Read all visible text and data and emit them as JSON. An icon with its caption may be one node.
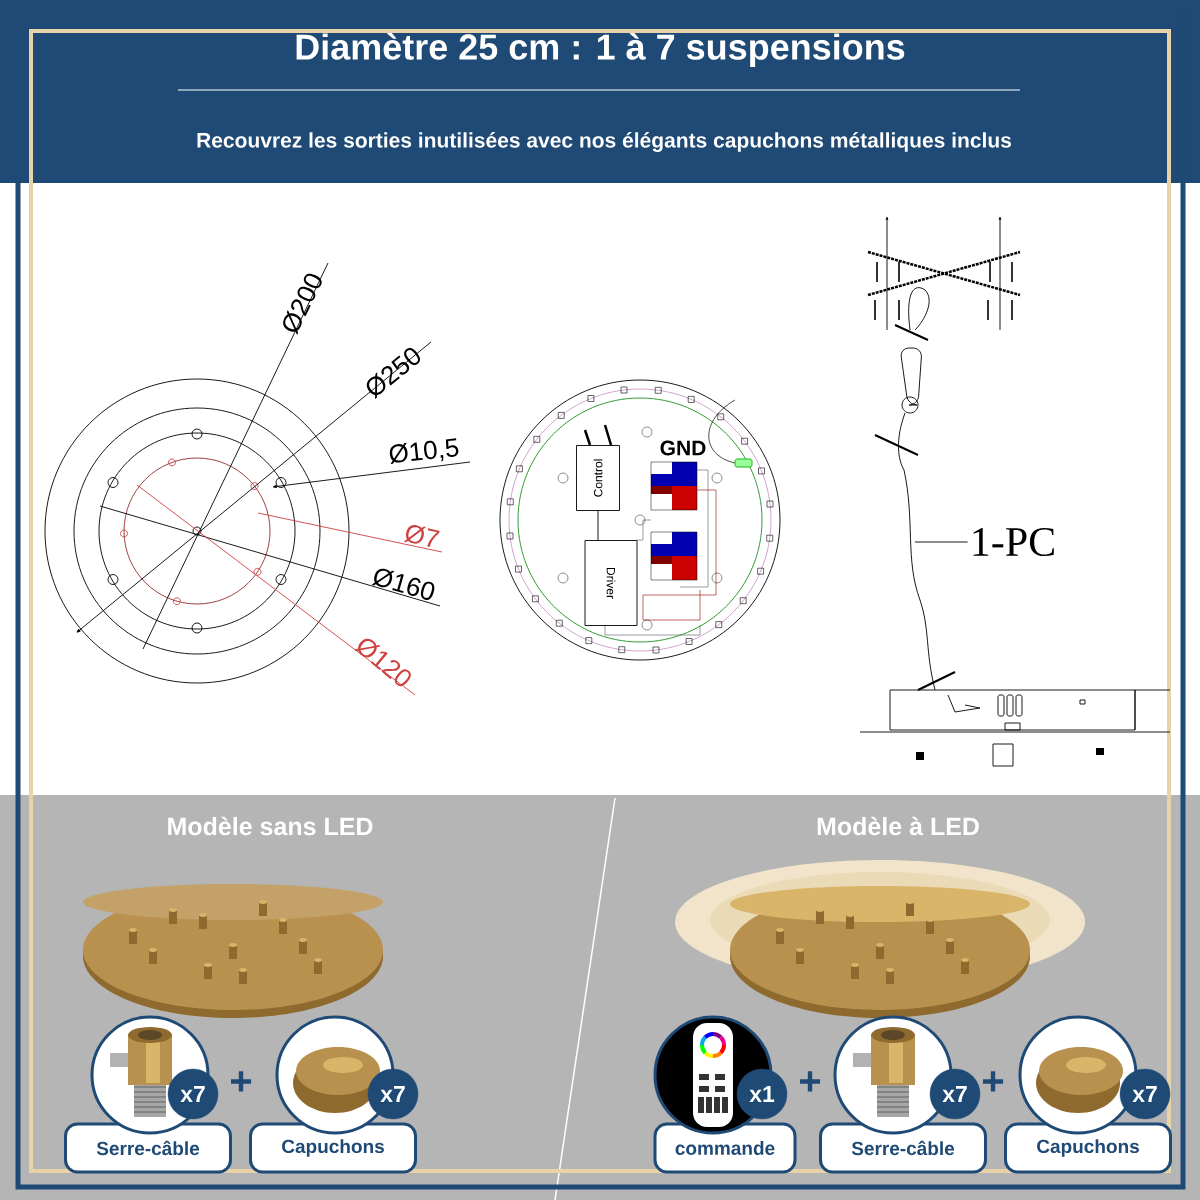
{
  "diagram": {
    "title": "Diamètre 25 cm : 1 à 7 suspensions",
    "nodes": [
      {
        "text": [
          "Control"
        ]
      },
      {
        "text": [
          "Driver"
        ]
      },
      {
        "text": [
          "1-PC"
        ]
      },
      {
        "text": [
          "Serre-câble"
        ],
        "beside": [
          "x7"
        ]
      },
      {
        "text": [
          "Capuchons"
        ],
        "beside": [
          "x7"
        ]
      },
      {
        "text": [
          "commande"
        ],
        "beside": [
          "x1"
        ]
      },
      {
        "text": [
          "Serre-câble"
        ],
        "beside": [
          "x7"
        ]
      },
      {
        "text": [
          "Capuchons"
        ],
        "beside": [
          "x7"
        ]
      }
    ],
    "edges": [
      {
        "from": 0,
        "to": 1,
        "arrow": "none"
      },
      {
        "from": null,
        "to": 2,
        "arrow": "none"
      }
    ],
    "labels": [
      "Recouvrez les sorties inutilisées avec nos élégants capuchons métalliques inclus",
      "Ø200",
      "Ø250",
      "Ø10,5",
      "Ø7",
      "Ø160",
      "Ø120",
      "GND",
      "Modèle sans LED",
      "Modèle à LED",
      "+",
      "+",
      "+"
    ]
  }
}
